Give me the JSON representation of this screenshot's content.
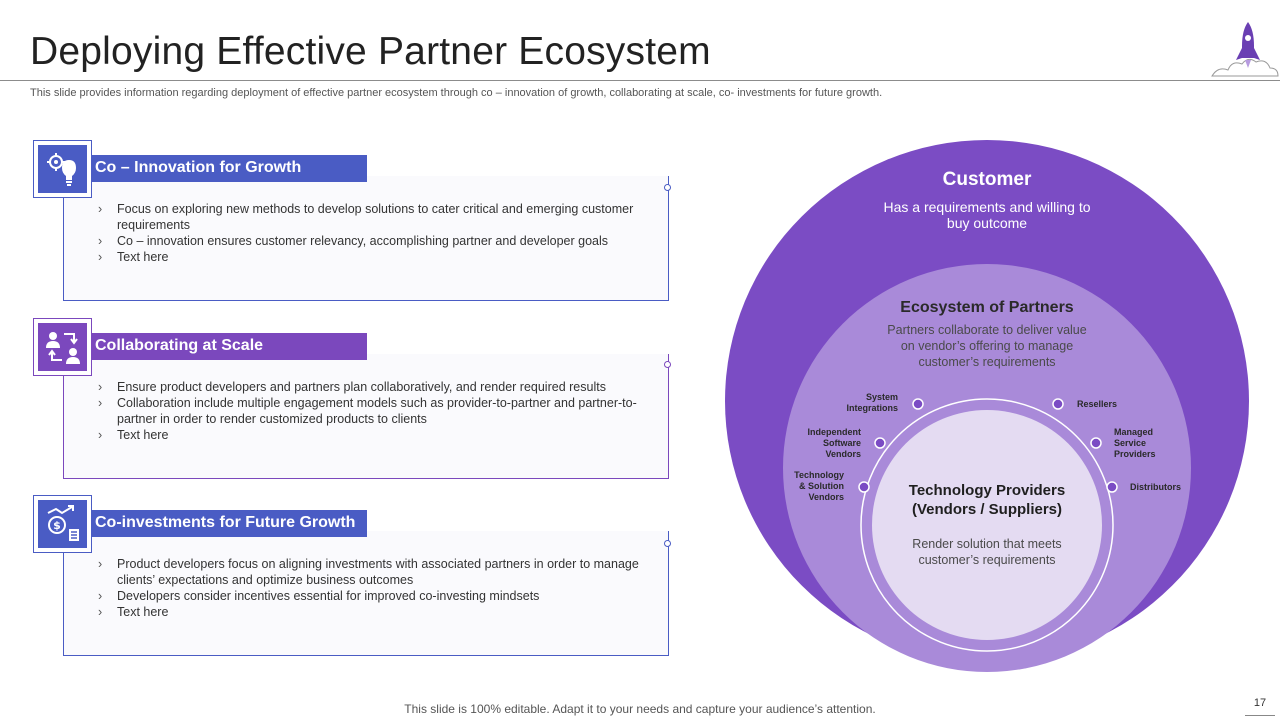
{
  "title": "Deploying Effective Partner Ecosystem",
  "subtitle": "This slide provides information regarding deployment of effective partner ecosystem through co – innovation of growth, collaborating at scale, co- investments for future growth.",
  "sections": [
    {
      "heading": "Co – Innovation for Growth",
      "icon": "lightbulb-gears-icon",
      "bullets": [
        "Focus on exploring new methods to develop solutions to cater critical and emerging customer requirements",
        "Co – innovation ensures customer relevancy, accomplishing partner and developer goals",
        "Text here"
      ]
    },
    {
      "heading": "Collaborating at Scale",
      "icon": "people-exchange-icon",
      "bullets": [
        "Ensure product developers and partners plan collaboratively, and render required results",
        "Collaboration include multiple engagement models such as provider-to-partner and partner-to- partner in order to render customized products to clients",
        "Text here"
      ]
    },
    {
      "heading": "Co-investments for Future Growth",
      "icon": "investment-growth-icon",
      "bullets": [
        "Product developers focus on aligning investments with associated partners in order to manage clients’ expectations and optimize business outcomes",
        "Developers consider incentives essential for improved co-investing mindsets",
        "Text here"
      ]
    }
  ],
  "diagram": {
    "outer": {
      "title": "Customer",
      "text_line1": "Has a requirements and willing to",
      "text_line2": "buy outcome"
    },
    "middle": {
      "title": "Ecosystem of Partners",
      "text_line1": "Partners collaborate to deliver value",
      "text_line2": "on vendor’s offering to manage",
      "text_line3": "customer’s requirements"
    },
    "inner": {
      "title_line1": "Technology Providers",
      "title_line2": "(Vendors / Suppliers)",
      "text_line1": "Render solution that meets",
      "text_line2": "customer’s requirements"
    },
    "partners_left": [
      [
        "System",
        "Integrations"
      ],
      [
        "Independent",
        "Software",
        "Vendors"
      ],
      [
        "Technology",
        "& Solution",
        "Vendors"
      ]
    ],
    "partners_right": [
      [
        "Resellers"
      ],
      [
        "Managed",
        "Service",
        "Providers"
      ],
      [
        "Distributors"
      ]
    ]
  },
  "colors": {
    "blue": "#4a5cc4",
    "purple": "#7b48bd",
    "outer_circle": "#7b4cc4",
    "middle_circle": "#a98ad9",
    "inner_circle": "#e4dbf2"
  },
  "footer": "This slide is 100% editable. Adapt it to your needs and capture your audience’s attention.",
  "page_number": "17"
}
